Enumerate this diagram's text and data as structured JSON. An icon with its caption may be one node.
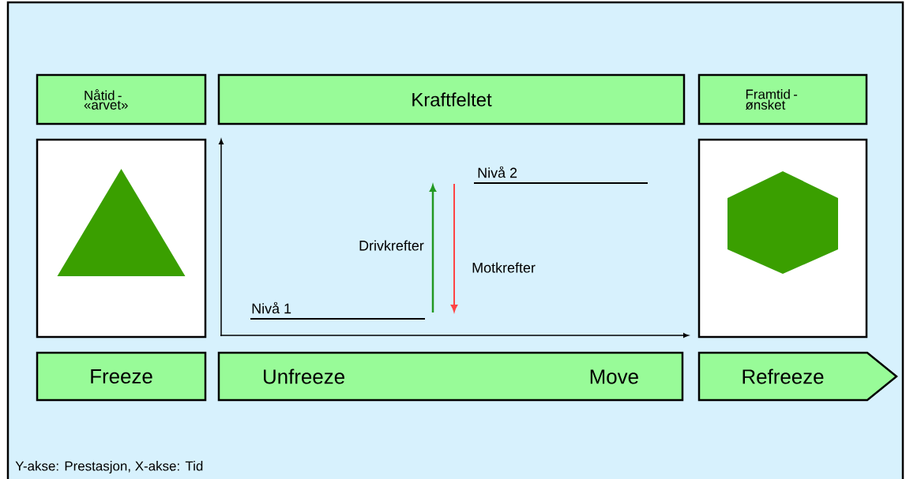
{
  "diagram": {
    "nodes": [
      {
        "text": [
          "Nåtid - «arvet»"
        ]
      },
      {
        "text": [
          "Kraftfeltet"
        ]
      },
      {
        "text": [
          "Framtid - ønsket"
        ]
      },
      {
        "text": [],
        "shape": "box"
      },
      {
        "text": [],
        "shape": "box"
      },
      {
        "text": [
          "Freeze"
        ]
      },
      {
        "text": [
          "Unfreeze",
          "Move"
        ]
      },
      {
        "text": [
          "Refreeze"
        ]
      },
      {
        "text": [],
        "shape": "triangle",
        "in": 3
      },
      {
        "text": [],
        "shape": "hexagon",
        "in": 4
      }
    ],
    "labels": [
      "Nivå 2",
      "Drivkrefter",
      "Motkrefter",
      "Nivå 1",
      "Y-akse: Prestasjon, X-akse: Tid"
    ]
  }
}
